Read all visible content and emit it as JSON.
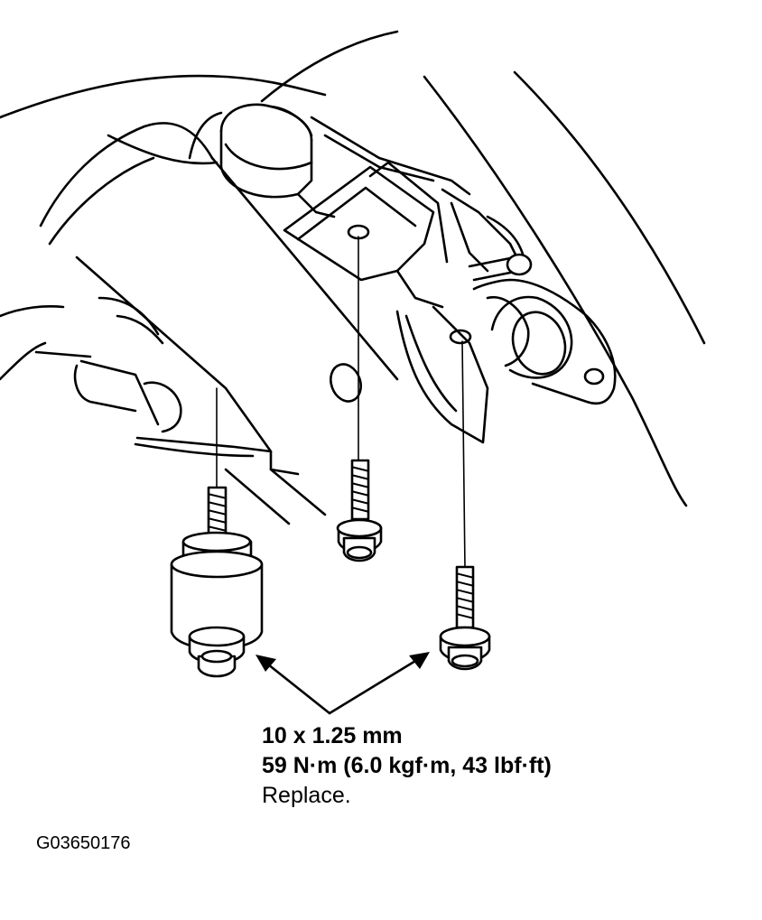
{
  "annotation": {
    "size": "10 x 1.25 mm",
    "torque": "59 N·m (6.0 kgf·m, 43 lbf·ft)",
    "note": "Replace."
  },
  "figure_id": "G03650176",
  "colors": {
    "ink": "#000000",
    "paper": "#ffffff"
  }
}
